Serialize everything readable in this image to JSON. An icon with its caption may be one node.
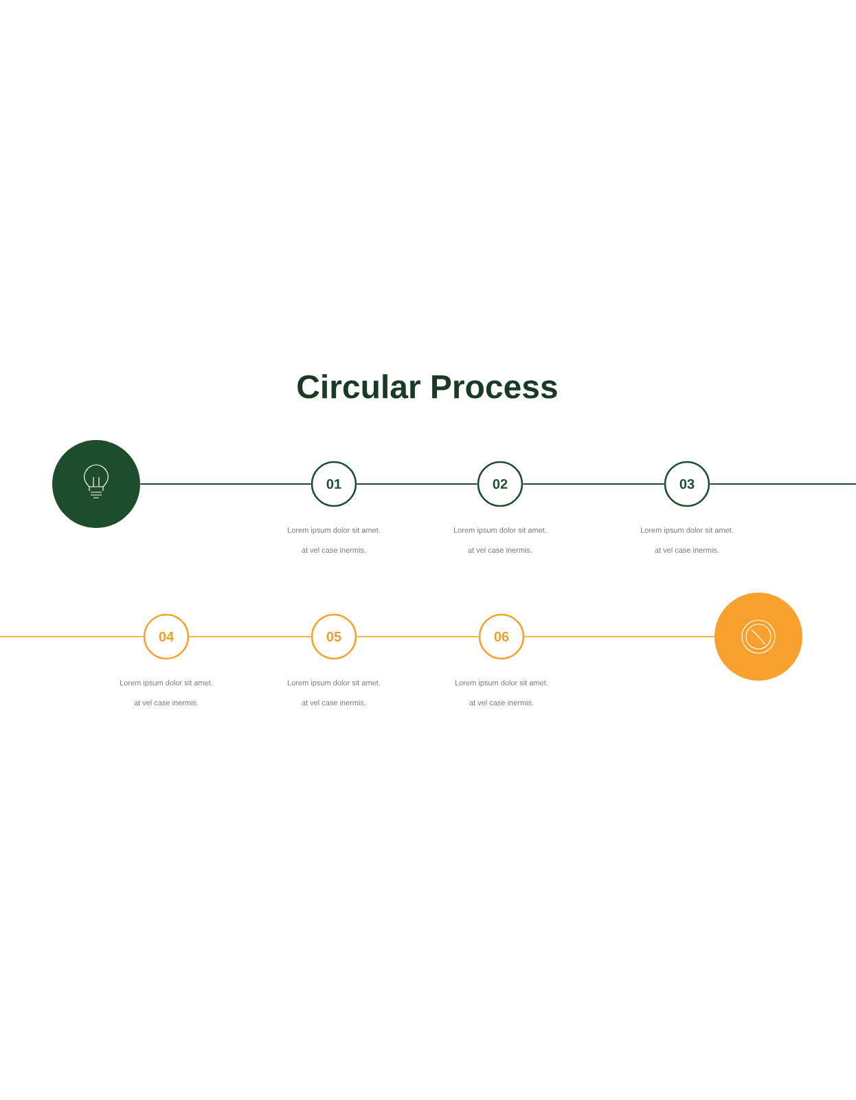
{
  "diagram": {
    "title": "Circular Process",
    "nodes": [
      {
        "text": [],
        "shape": "circle"
      },
      {
        "text": [
          "01"
        ],
        "beside": [
          "Lorem ipsum dolor sit amet.",
          "at vel case inermis."
        ]
      },
      {
        "text": [
          "02"
        ],
        "beside": [
          "Lorem ipsum dolor sit amet.",
          "at vel case inermis."
        ]
      },
      {
        "text": [
          "03"
        ],
        "beside": [
          "Lorem ipsum dolor sit amet.",
          "at vel case inermis."
        ]
      },
      {
        "text": [
          "04"
        ],
        "beside": [
          "Lorem ipsum dolor sit amet.",
          "at vel case inermis."
        ]
      },
      {
        "text": [
          "05"
        ],
        "beside": [
          "Lorem ipsum dolor sit amet.",
          "at vel case inermis."
        ]
      },
      {
        "text": [
          "06"
        ],
        "beside": [
          "Lorem ipsum dolor sit amet.",
          "at vel case inermis."
        ]
      },
      {
        "text": [],
        "shape": "circle"
      }
    ],
    "edges": [
      {
        "from": 0,
        "to": 1,
        "arrow": "none"
      },
      {
        "from": 1,
        "to": 2,
        "arrow": "none"
      },
      {
        "from": 2,
        "to": 3,
        "arrow": "none"
      },
      {
        "from": 3,
        "to": null,
        "arrow": "none"
      },
      {
        "from": null,
        "to": 4,
        "arrow": "none",
        "color": "#f2b84a"
      },
      {
        "from": 4,
        "to": 5,
        "arrow": "none",
        "color": "#f2b84a"
      },
      {
        "from": 5,
        "to": 6,
        "arrow": "none",
        "color": "#f2b84a"
      },
      {
        "from": 6,
        "to": 7,
        "arrow": "none",
        "color": "#f2b84a"
      }
    ]
  }
}
